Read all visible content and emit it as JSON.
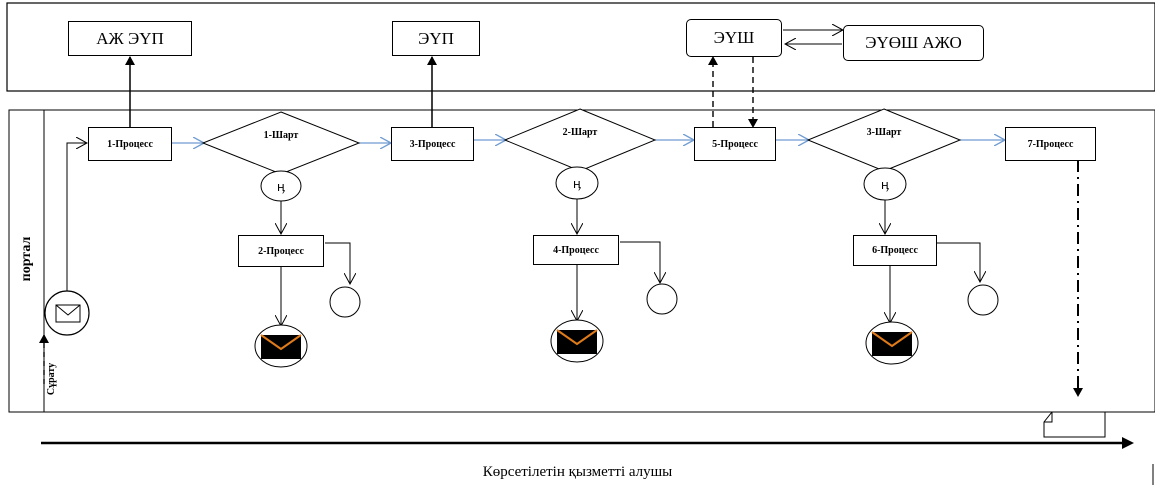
{
  "external": {
    "box1": "АЖ ЭҮП",
    "box2": "ЭҮП",
    "box3": "ЭҮШ",
    "box4": "ЭҮӨШ АЖО"
  },
  "lane": {
    "label": "портал"
  },
  "start": {
    "label": "Сұрату"
  },
  "processes": {
    "p1": "1-Процесс",
    "p2": "2-Процесс",
    "p3": "3-Процесс",
    "p4": "4-Процесс",
    "p5": "5-Процесс",
    "p6": "6-Процесс",
    "p7": "7-Процесс"
  },
  "conditions": {
    "c1": "1-Шарт",
    "c2": "2-Шарт",
    "c3": "3-Шарт"
  },
  "footer": {
    "text": "Көрсетілетін қызметті алушы"
  },
  "colors": {
    "flow_arrow": "#6f9bd1",
    "line": "#000000",
    "envelope_accent": "#e07b1a"
  }
}
